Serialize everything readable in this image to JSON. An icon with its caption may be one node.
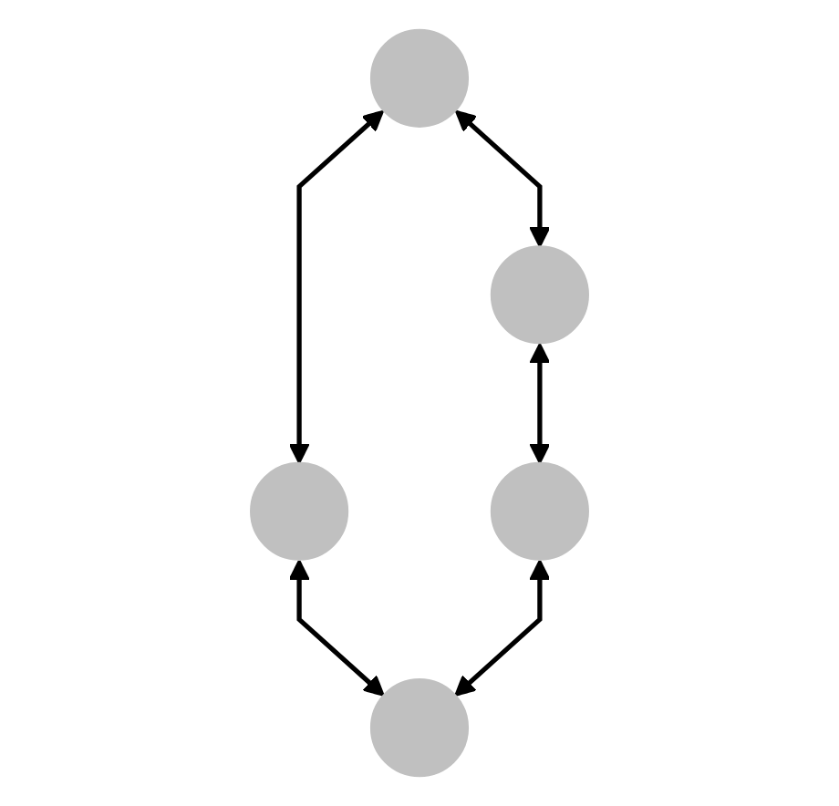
{
  "diagram": {
    "nodes": [
      {
        "text": [],
        "shape": "circle"
      },
      {
        "text": [],
        "shape": "circle"
      },
      {
        "text": [],
        "shape": "circle"
      },
      {
        "text": [],
        "shape": "circle"
      },
      {
        "text": [],
        "shape": "circle"
      }
    ],
    "edges": [
      {
        "from": 0,
        "to": 1,
        "arrow": "both"
      },
      {
        "from": 0,
        "to": 2,
        "arrow": "both"
      },
      {
        "from": 1,
        "to": 3,
        "arrow": "both"
      },
      {
        "from": 2,
        "to": 4,
        "arrow": "both"
      },
      {
        "from": 3,
        "to": 4,
        "arrow": "both"
      }
    ]
  }
}
